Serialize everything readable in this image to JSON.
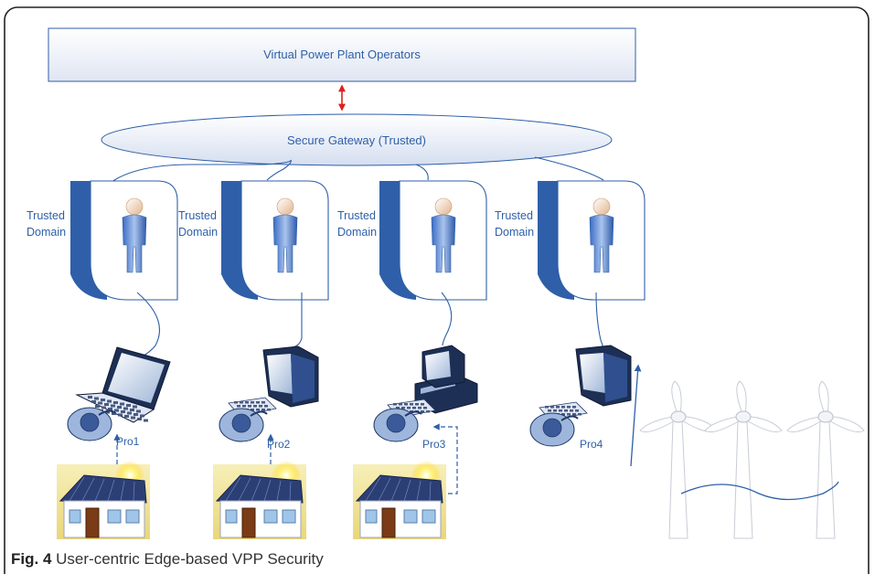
{
  "operators_label": "Virtual Power Plant Operators",
  "gateway_label": "Secure Gateway (Trusted)",
  "domains": [
    {
      "label_line1": "Trusted",
      "label_line2": "Domain",
      "prosumer": "Pro1",
      "device": "laptop",
      "has_solar": true
    },
    {
      "label_line1": "Trusted",
      "label_line2": "Domain",
      "prosumer": "Pro2",
      "device": "monitor",
      "has_solar": true
    },
    {
      "label_line1": "Trusted",
      "label_line2": "Domain",
      "prosumer": "Pro3",
      "device": "desktop",
      "has_solar": true
    },
    {
      "label_line1": "Trusted",
      "label_line2": "Domain",
      "prosumer": "Pro4",
      "device": "monitor",
      "has_solar": false
    }
  ],
  "wind_turbines": 3,
  "caption": {
    "label": "Fig. 4",
    "text": "User-centric Edge-based VPP Security"
  },
  "colors": {
    "accent": "#2e5fa8",
    "arrow": "#e02020",
    "box_fill": "#eef1f8",
    "sun": "#ffd21f",
    "house_bg": "#f5e9a4"
  }
}
